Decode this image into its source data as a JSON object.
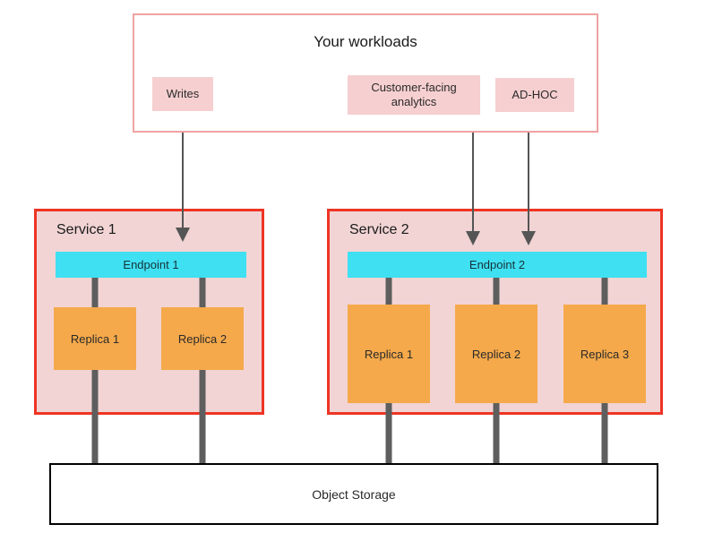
{
  "workloads": {
    "title": "Your workloads",
    "items": [
      "Writes",
      "Customer-facing analytics",
      "AD-HOC"
    ]
  },
  "services": [
    {
      "title": "Service 1",
      "endpoint": "Endpoint 1",
      "replicas": [
        "Replica 1",
        "Replica 2"
      ]
    },
    {
      "title": "Service 2",
      "endpoint": "Endpoint 2",
      "replicas": [
        "Replica 1",
        "Replica 2",
        "Replica 3"
      ]
    }
  ],
  "storage": {
    "label": "Object Storage"
  },
  "colors": {
    "workloads_border": "#f0a3a2",
    "workload_item_bg": "#f6cfd0",
    "service_border": "#ee3424",
    "service_bg": "#f2d4d4",
    "endpoint_bg": "#3fe0f2",
    "replica_bg": "#f5a94b",
    "connector_gray": "#5e5e5e",
    "arrow_gray": "#555555",
    "storage_border": "#000000"
  }
}
